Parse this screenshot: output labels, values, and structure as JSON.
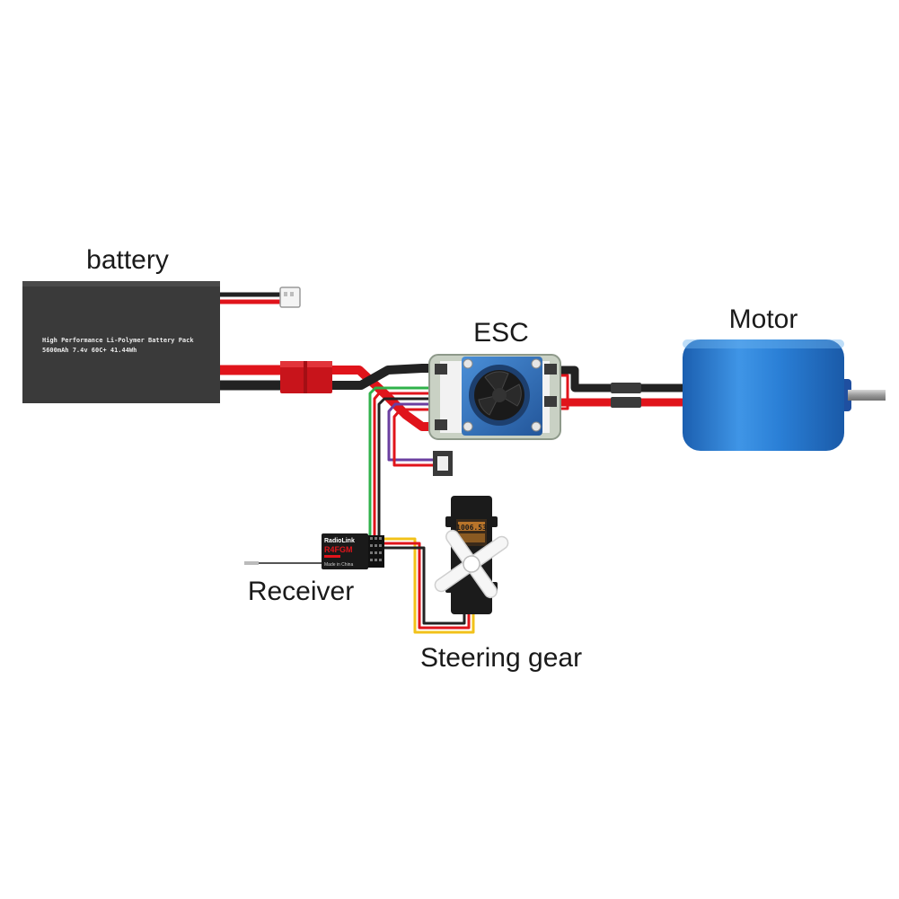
{
  "labels": {
    "battery": "battery",
    "esc": "ESC",
    "motor": "Motor",
    "receiver": "Receiver",
    "steering_gear": "Steering gear"
  },
  "battery_pack": {
    "line1": "High Performance Li-Polymer Battery Pack",
    "line2": "5600mAh 7.4v 60C+ 41.44Wh"
  },
  "receiver_device": {
    "brand": "RadioLink",
    "model": "R4FGM",
    "line_small": "Made in China"
  },
  "servo_device": {
    "display": "1006.53"
  },
  "colors": {
    "battery_body": "#3a3a3a",
    "wire_red": "#e0141b",
    "wire_black": "#222222",
    "connector_red": "#c8141b",
    "esc_heatsink": "#2f6db4",
    "esc_frame": "#c9d1c4",
    "motor_blue": "#2a7fd6",
    "servo_black": "#1b1b1b",
    "signal_green": "#2fb14a",
    "signal_purple": "#6b3fa0",
    "signal_yellow": "#f2c21a"
  }
}
